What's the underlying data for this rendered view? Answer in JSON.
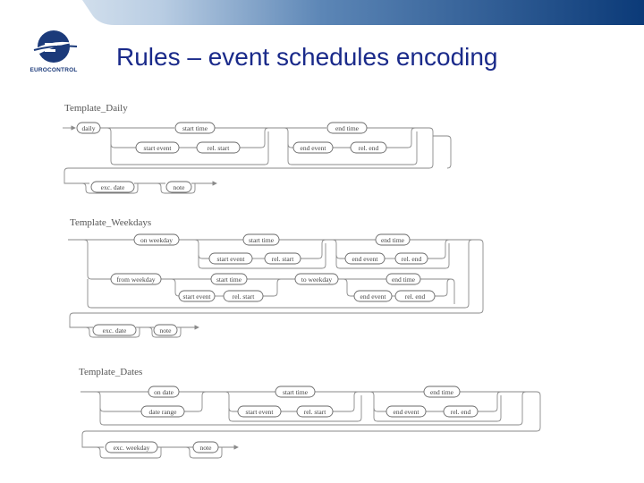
{
  "slide": {
    "title": "Rules – event schedules encoding",
    "logo_text": "EUROCONTROL",
    "colors": {
      "banner_dark": "#0b3a78",
      "banner_light": "#b9cde3",
      "title": "#1a2a8a",
      "logo_blue": "#1b3a7a"
    }
  },
  "diagrams": [
    {
      "name": "Template_Daily",
      "nodes": [
        "daily",
        "start time",
        "end time",
        "start event",
        "rel. start",
        "end event",
        "rel. end",
        "exc. date",
        "note"
      ]
    },
    {
      "name": "Template_Weekdays",
      "nodes": [
        "on weekday",
        "start time",
        "end time",
        "start event",
        "rel. start",
        "end event",
        "rel. end",
        "from weekday",
        "start time",
        "to weekday",
        "end time",
        "start event",
        "rel. start",
        "end event",
        "rel. end",
        "exc. date",
        "note"
      ]
    },
    {
      "name": "Template_Dates",
      "nodes": [
        "on date",
        "start time",
        "end time",
        "date range",
        "start event",
        "rel. start",
        "end event",
        "rel. end",
        "exc. weekday",
        "note"
      ]
    }
  ]
}
